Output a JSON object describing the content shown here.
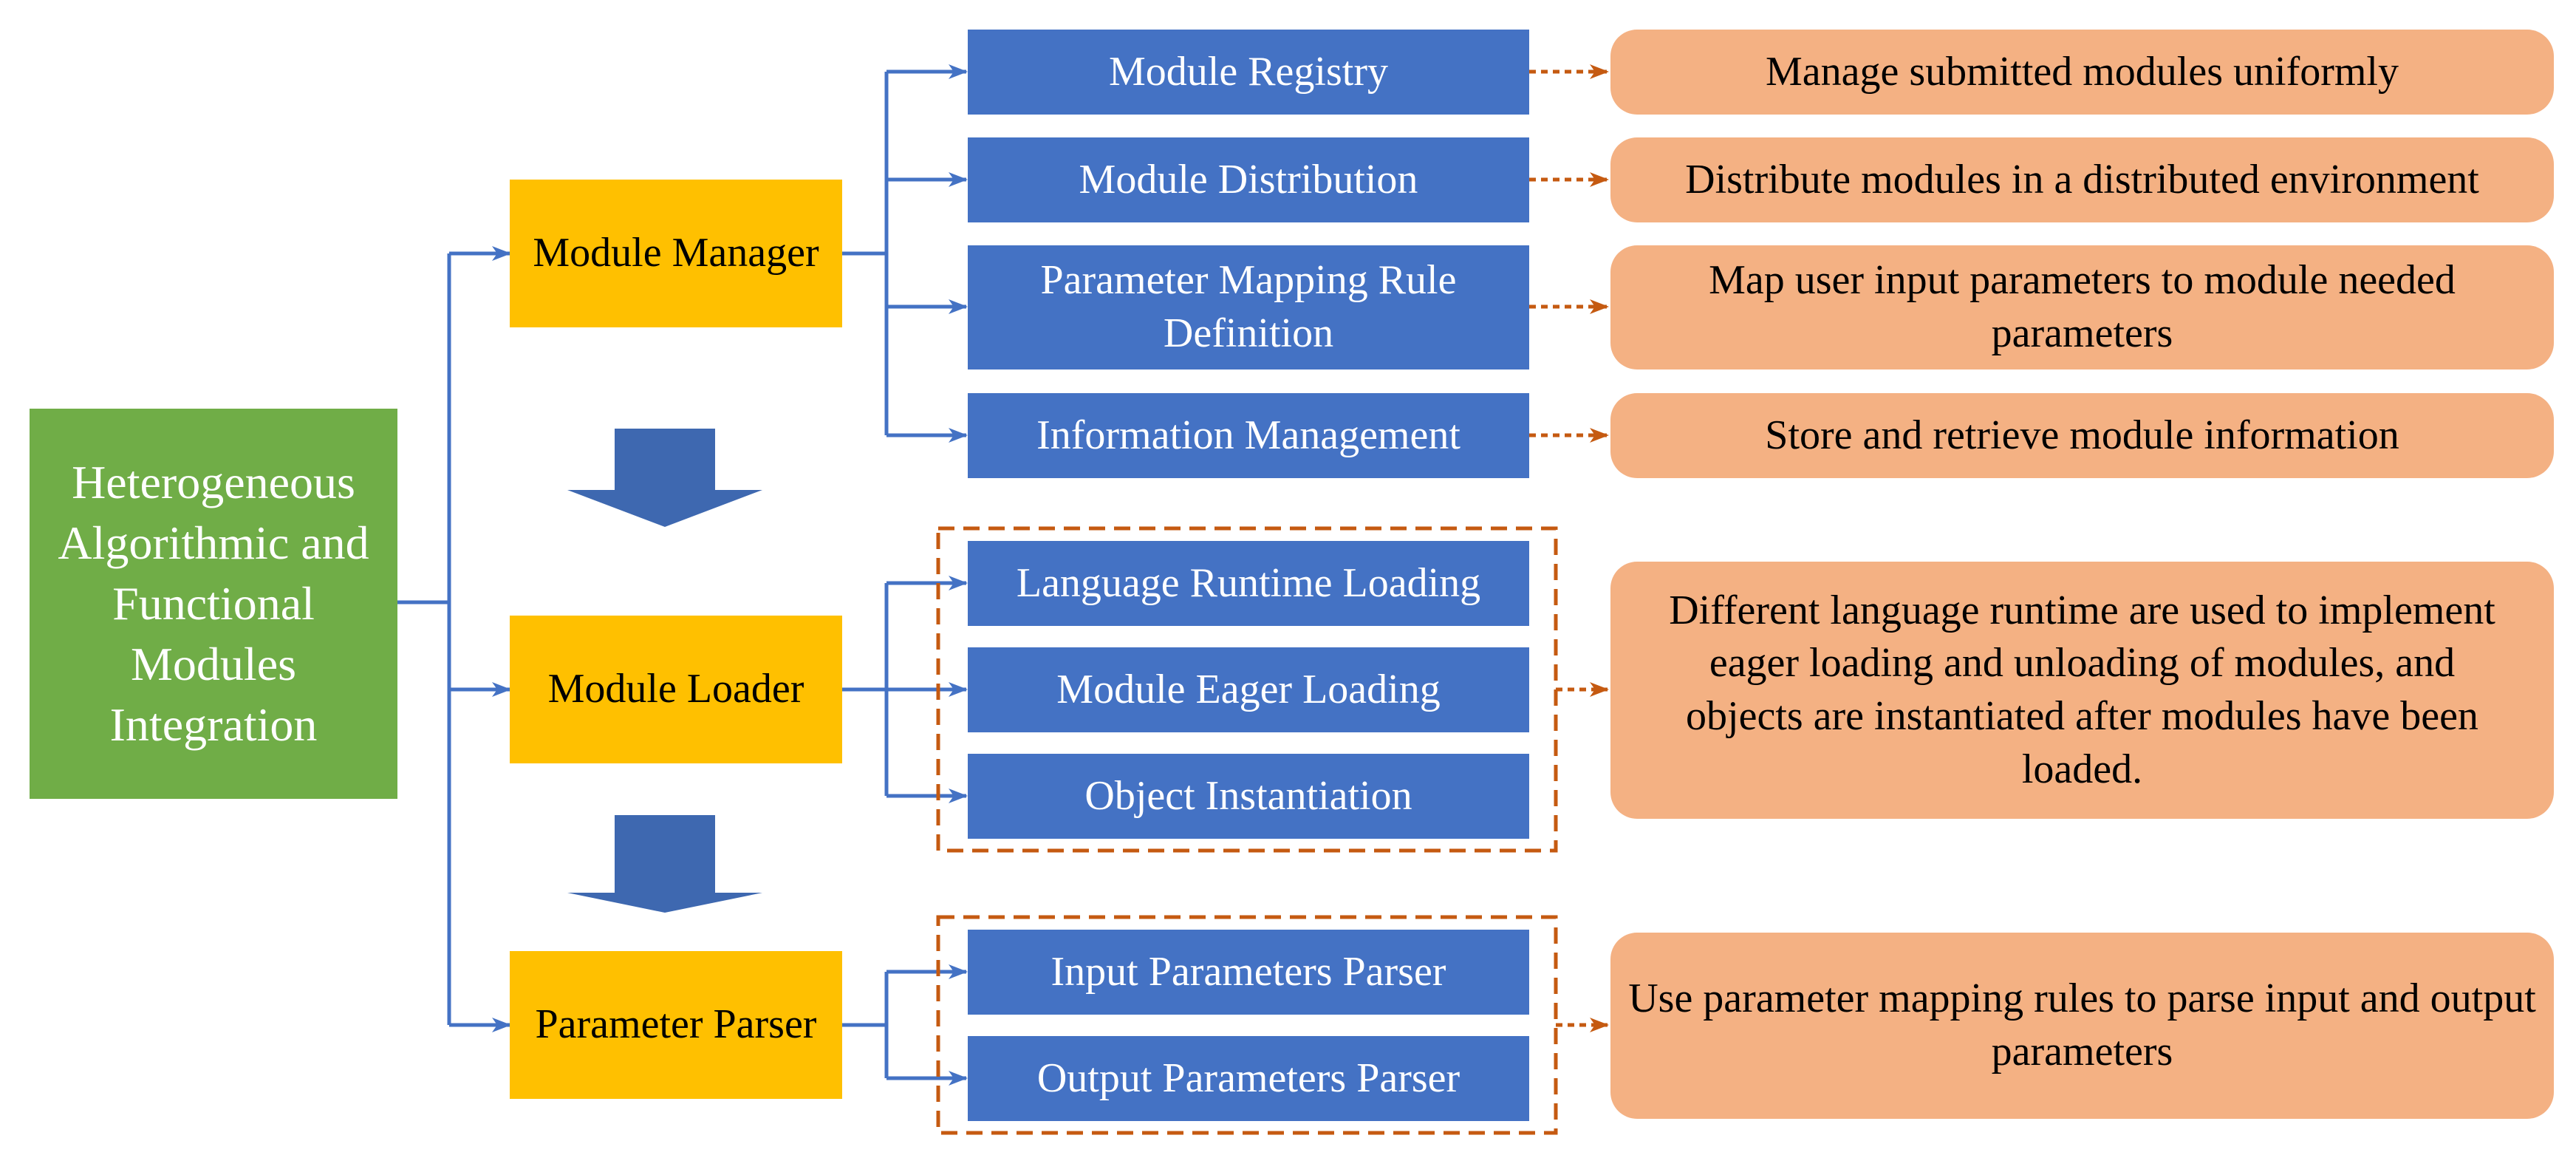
{
  "colors": {
    "root": "#70AD47",
    "component": "#FFC000",
    "submodule": "#4472C4",
    "note": "#F4B183",
    "connector": "#4472C4",
    "note_connector": "#C55A11",
    "flow_arrow": "#3E68B0"
  },
  "root": {
    "label": "Heterogeneous Algorithmic and Functional Modules Integration"
  },
  "components": [
    {
      "label": "Module Manager",
      "submodules": [
        {
          "label": "Module Registry",
          "note": "Manage submitted modules uniformly"
        },
        {
          "label": "Module Distribution",
          "note": "Distribute modules in a distributed environment"
        },
        {
          "label": "Parameter Mapping Rule Definition",
          "note": "Map user input parameters to module needed parameters"
        },
        {
          "label": "Information Management",
          "note": "Store and retrieve module information"
        }
      ]
    },
    {
      "label": "Module Loader",
      "submodules": [
        {
          "label": "Language Runtime Loading"
        },
        {
          "label": "Module Eager Loading"
        },
        {
          "label": "Object Instantiation"
        }
      ],
      "group_note": "Different language runtime are used to implement eager loading and unloading of modules, and objects are instantiated after modules have been loaded."
    },
    {
      "label": "Parameter Parser",
      "submodules": [
        {
          "label": "Input Parameters Parser"
        },
        {
          "label": "Output Parameters Parser"
        }
      ],
      "group_note": "Use parameter mapping rules to parse input and output parameters"
    }
  ]
}
